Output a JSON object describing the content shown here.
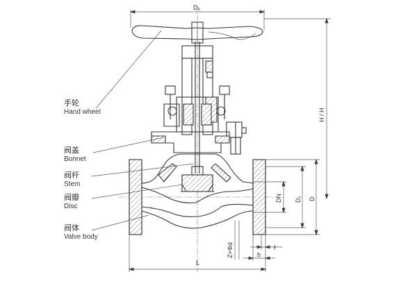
{
  "labels": {
    "hand_wheel": {
      "zh": "手轮",
      "en": "Hand wheel"
    },
    "bonnet": {
      "zh": "阀盖",
      "en": "Bonnet"
    },
    "stem": {
      "zh": "阀杆",
      "en": "Stem"
    },
    "disc": {
      "zh": "阀瓣",
      "en": "Disc"
    },
    "valve_body": {
      "zh": "阀体",
      "en": "Valve body"
    }
  },
  "dimensions": {
    "d0": "D₀",
    "h": "H  /  H",
    "dn": "DN",
    "d1": "D₁",
    "d": "D",
    "z_phi_d": "Z×Φd",
    "b": "b",
    "f": "f",
    "l": "L"
  }
}
